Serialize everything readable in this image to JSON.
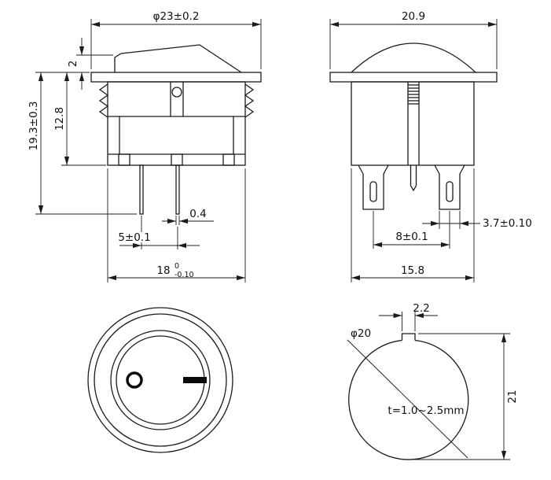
{
  "colors": {
    "line": "#1b1b1b",
    "background": "#ffffff"
  },
  "drawing": {
    "side_view": {
      "width_dim": "φ23±0.2",
      "rocker_height_dim": "2",
      "body_height_dim": "12.8",
      "total_height_dim": "19.3±0.3",
      "pin_thickness_dim": "0.4",
      "pin_pitch_dim": "5±0.1",
      "base_width_dim": "18",
      "base_width_tol_upper": "0",
      "base_width_tol_lower": "-0.10"
    },
    "front_view": {
      "width_dim": "20.9",
      "terminal_width_dim": "3.7±0.10",
      "terminal_pitch_dim": "8±0.1",
      "base_width_dim": "15.8"
    },
    "face_view": {
      "off_symbol": "O",
      "on_symbol": "—"
    },
    "cutout_view": {
      "notch_width_dim": "2.2",
      "hole_diameter_dim": "φ20",
      "panel_thickness_note": "t=1.0~2.5mm",
      "cutout_height_dim": "21"
    }
  }
}
